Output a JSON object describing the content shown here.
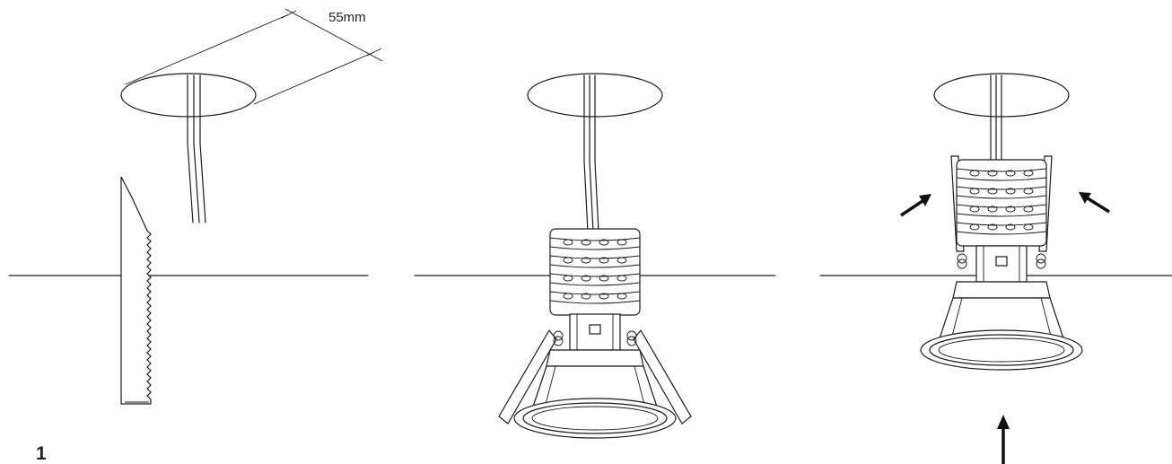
{
  "diagram": {
    "dimension_label": "55mm",
    "step_number": "1",
    "panels": [
      {
        "name": "cut-hole-step"
      },
      {
        "name": "connect-and-insert-step"
      },
      {
        "name": "push-into-ceiling-step"
      }
    ]
  },
  "colors": {
    "line": "#1a1a1a",
    "background": "#ffffff",
    "arrow": "#111111"
  }
}
